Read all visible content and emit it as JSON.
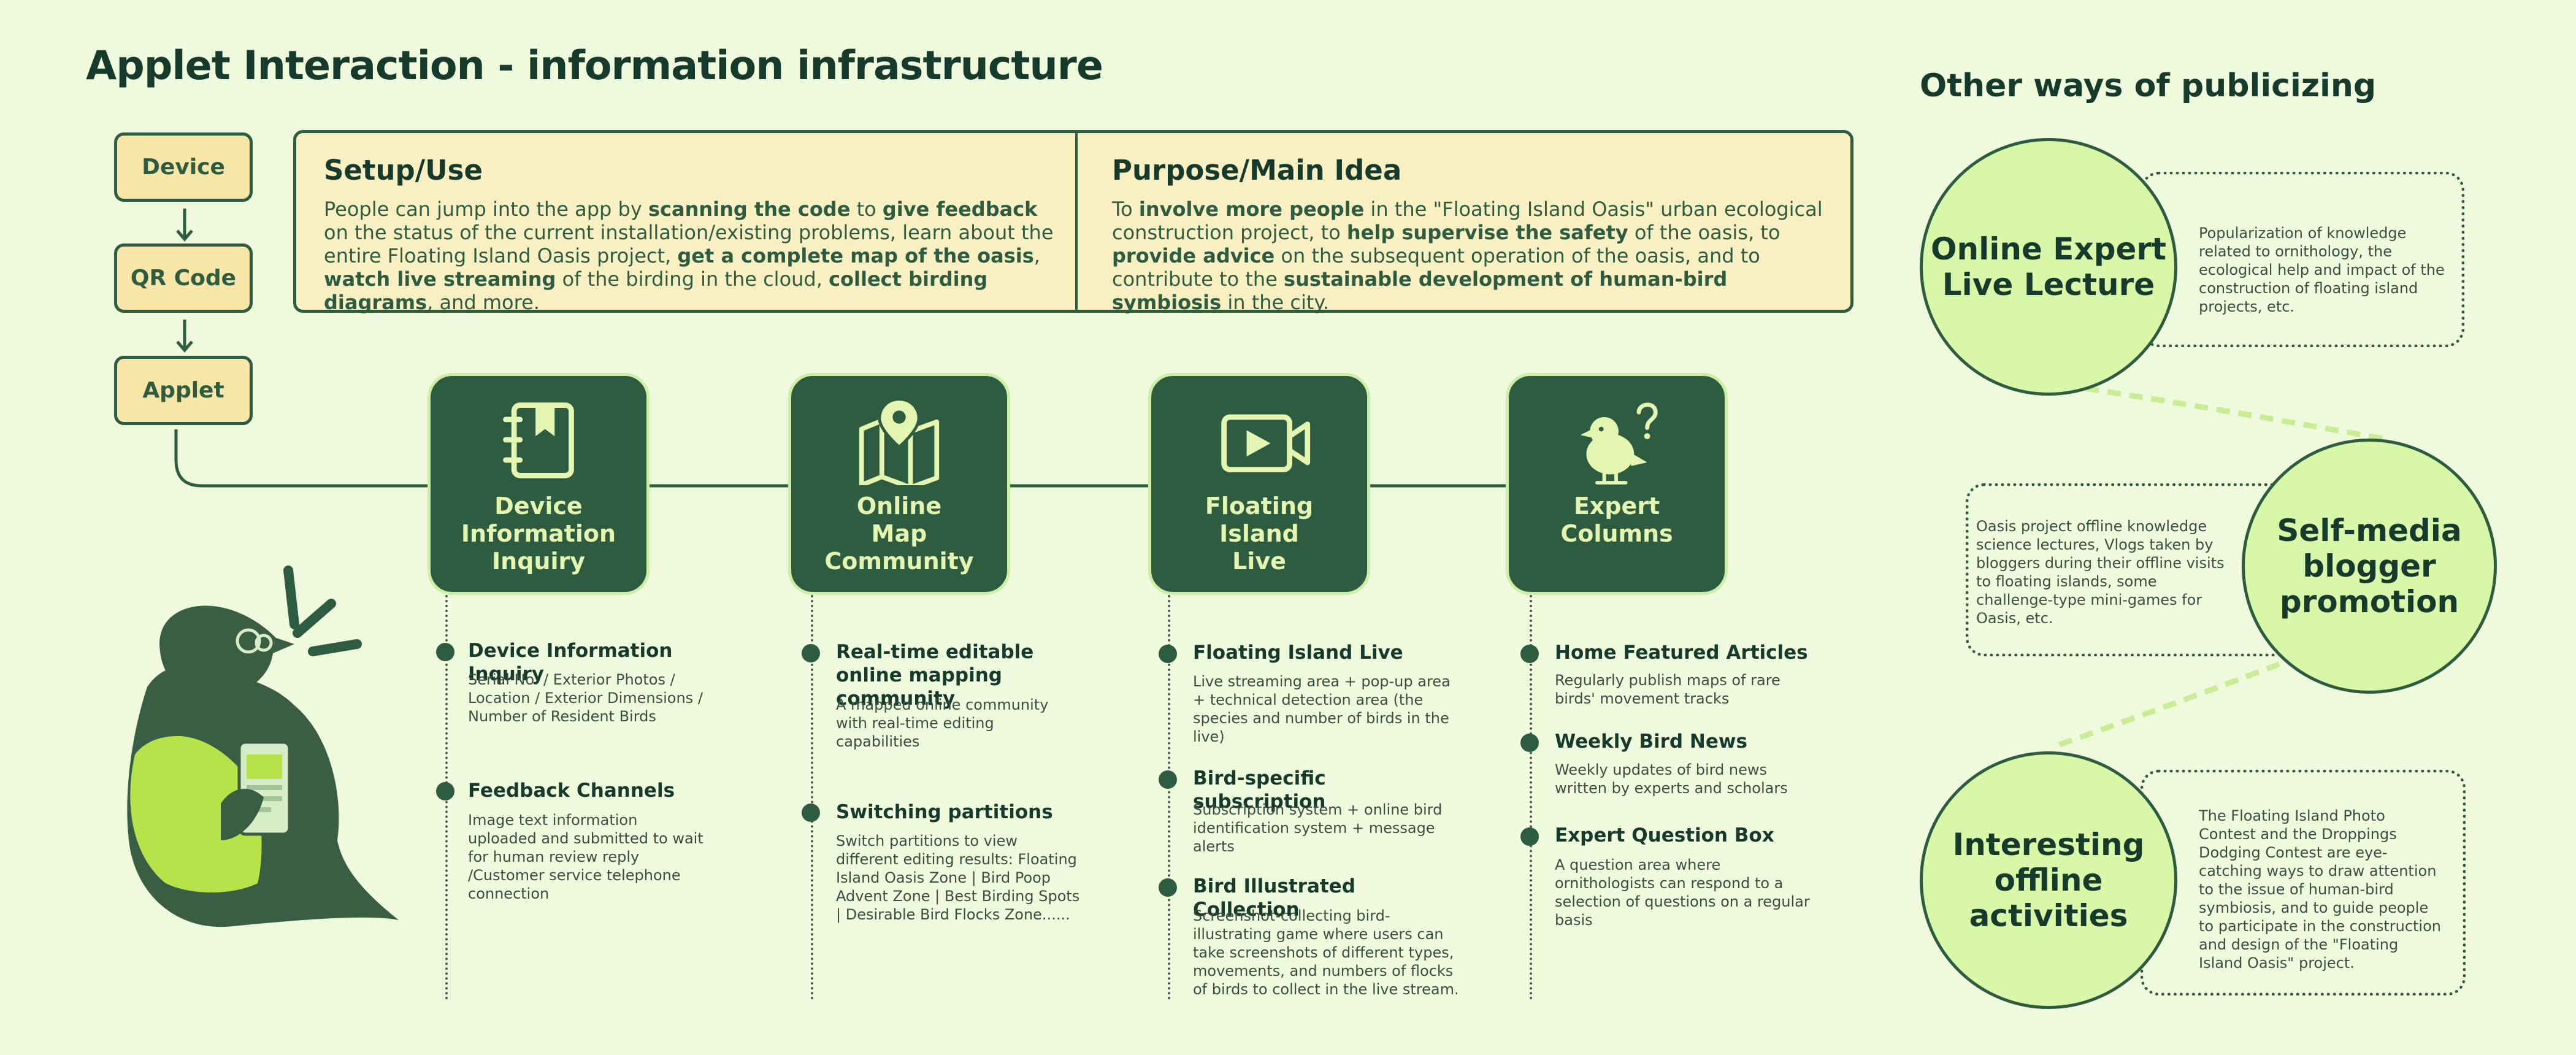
{
  "title": "Applet Interaction - information infrastructure",
  "other_title": "Other ways of publicizing",
  "flow": [
    "Device",
    "QR Code",
    "Applet"
  ],
  "setup": {
    "heading": "Setup/Use",
    "parts": [
      {
        "t": "People can jump into the app by ",
        "b": false
      },
      {
        "t": "scanning the code",
        "b": true
      },
      {
        "t": " to ",
        "b": false
      },
      {
        "t": "give feedback",
        "b": true
      },
      {
        "t": " on the status of the current installation/existing problems, learn about the entire Floating Island Oasis project, ",
        "b": false
      },
      {
        "t": "get a complete map of the oasis",
        "b": true
      },
      {
        "t": ", ",
        "b": false
      },
      {
        "t": "watch live streaming",
        "b": true
      },
      {
        "t": " of the birding in the cloud, ",
        "b": false
      },
      {
        "t": "collect birding diagrams",
        "b": true
      },
      {
        "t": ", and more.",
        "b": false
      }
    ]
  },
  "purpose": {
    "heading": "Purpose/Main Idea",
    "parts": [
      {
        "t": "To ",
        "b": false
      },
      {
        "t": "involve more people",
        "b": true
      },
      {
        "t": " in the \"Floating Island Oasis\" urban ecological construction project, to ",
        "b": false
      },
      {
        "t": "help supervise the safety",
        "b": true
      },
      {
        "t": " of the oasis, to ",
        "b": false
      },
      {
        "t": "provide advice",
        "b": true
      },
      {
        "t": " on the subsequent operation of the oasis, and to contribute to the ",
        "b": false
      },
      {
        "t": "sustainable development of human-bird symbiosis",
        "b": true
      },
      {
        "t": " in the city.",
        "b": false
      }
    ]
  },
  "cards": [
    {
      "label": "Device\nInformation\nInquiry",
      "icon": "notebook-icon",
      "items": [
        {
          "h": "Device Information Inquiry",
          "p": "Serial No. / Exterior Photos / Location / Exterior Dimensions / Number of Resident Birds"
        },
        {
          "h": "Feedback Channels",
          "p": "Image text information uploaded and submitted to wait for human review reply /Customer service telephone connection"
        }
      ]
    },
    {
      "label": "Online\nMap\nCommunity",
      "icon": "map-pin-icon",
      "items": [
        {
          "h": "Real-time editable online mapping community",
          "p": "A mapped online community with real-time editing capabilities"
        },
        {
          "h": "Switching partitions",
          "p": "Switch partitions to view different editing results: Floating Island Oasis Zone | Bird Poop Advent Zone | Best Birding Spots | Desirable Bird Flocks Zone......"
        }
      ]
    },
    {
      "label": "Floating\nIsland\nLive",
      "icon": "video-camera-icon",
      "items": [
        {
          "h": "Floating Island Live",
          "p": "Live streaming area + pop-up area + technical detection area (the species and number of birds in the live)"
        },
        {
          "h": "Bird-specific subscription",
          "p": "Subscription system + online bird identification system + message alerts"
        },
        {
          "h": "Bird Illustrated Collection",
          "p": "Screenshot-collecting bird-illustrating game where users can take screenshots of different types, movements, and numbers of flocks of birds to collect in the live stream."
        }
      ]
    },
    {
      "label": "Expert\nColumns",
      "icon": "bird-question-icon",
      "items": [
        {
          "h": "Home Featured Articles",
          "p": "Regularly publish maps of rare birds' movement tracks"
        },
        {
          "h": "Weekly Bird News",
          "p": "Weekly updates of bird news written by experts and scholars"
        },
        {
          "h": "Expert Question Box",
          "p": "A question area where ornithologists can respond to a selection of questions on a regular basis"
        }
      ]
    }
  ],
  "publicity": [
    {
      "title": "Online Expert\nLive Lecture",
      "desc": "Popularization of knowledge related to ornithology, the ecological help and impact of the construction of floating island projects, etc."
    },
    {
      "title": "Self-media\nblogger\npromotion",
      "desc": "Oasis project offline knowledge science lectures, Vlogs taken by bloggers during their offline visits to floating islands, some challenge-type mini-games for Oasis, etc."
    },
    {
      "title": "Interesting\noffline\nactivities",
      "desc": "The Floating Island Photo Contest and the Droppings Dodging Contest are eye-catching ways to draw attention to the issue of human-bird symbiosis, and to guide people to participate in the construction and design of the \"Floating Island Oasis\" project."
    }
  ]
}
